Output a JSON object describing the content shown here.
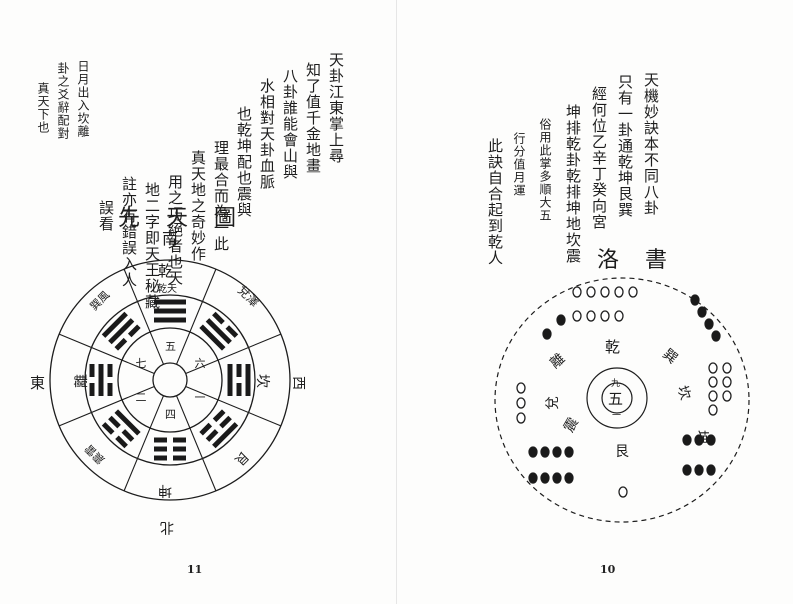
{
  "left_page": {
    "text_columns": [
      "天卦江東掌上尋",
      "知了值千金地畫",
      "八卦誰能會山與",
      "水相對天卦血脈",
      "也乾坤配也震與",
      "理最合而為一此",
      "真天地之奇妙作",
      "用之巧絕者也天",
      "地二字即天王秘藏",
      "註亦有錯誤入人",
      "誤看"
    ],
    "note_columns": [
      "日月出入坎離",
      "卦之爻辭配對",
      "真天下也"
    ],
    "diagram_title": "先天圖",
    "diagram": {
      "top_label": "南",
      "bottom_label": "北",
      "left_label": "東",
      "right_label": "西",
      "segment_labels": {
        "top": "乾",
        "top_sub": "乾天",
        "upper_right": "兌澤",
        "right": "坎",
        "lower_right": "艮",
        "bottom": "坤",
        "lower_left": "震雷",
        "left": "離",
        "upper_left": "巽風"
      },
      "inner_marks": [
        "五",
        "六",
        "一",
        "四",
        "二",
        "七"
      ]
    },
    "page_number": "11"
  },
  "right_page": {
    "text_columns": [
      "天機妙訣本不同八卦",
      "只有一卦通乾坤艮巽",
      "經何位乙辛丁癸向宮",
      "坤排乾卦乾排坤地坎震",
      "俗用此掌多順大五",
      "行分值月運",
      "此訣自合起到乾人"
    ],
    "diagram_title": "洛書",
    "diagram": {
      "center_label": "五",
      "inner_labels": [
        "乾",
        "巽",
        "坎",
        "坤",
        "艮",
        "震",
        "兌",
        "離",
        "一",
        "九"
      ],
      "dot_groups": [
        {
          "name": "top",
          "count": 9,
          "kind": "open"
        },
        {
          "name": "upper_right",
          "count": 4,
          "kind": "filled"
        },
        {
          "name": "right",
          "count": 7,
          "kind": "open"
        },
        {
          "name": "lower_right",
          "count": 6,
          "kind": "filled"
        },
        {
          "name": "bottom",
          "count": 1,
          "kind": "open"
        },
        {
          "name": "lower_left",
          "count": 8,
          "kind": "filled"
        },
        {
          "name": "left",
          "count": 3,
          "kind": "open"
        },
        {
          "name": "upper_left",
          "count": 2,
          "kind": "filled"
        }
      ]
    },
    "page_number": "10"
  }
}
